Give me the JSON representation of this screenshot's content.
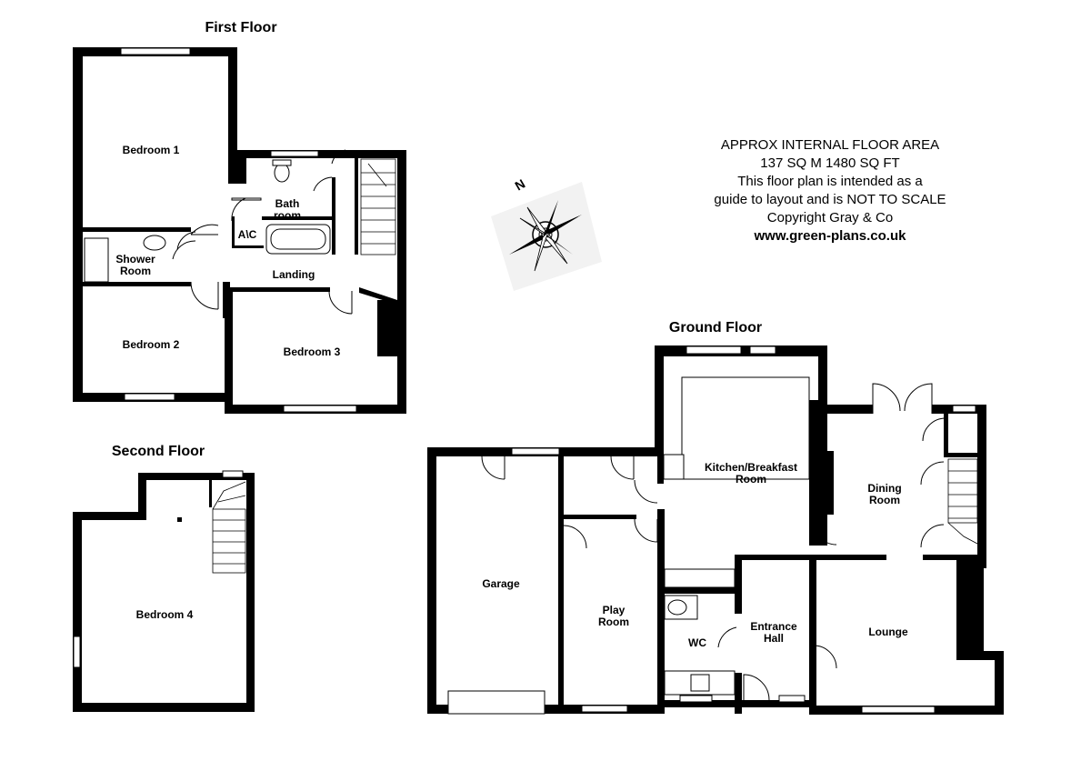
{
  "floors": {
    "first_floor": "First Floor",
    "second_floor": "Second Floor",
    "ground_floor": "Ground Floor"
  },
  "rooms": {
    "bedroom_1": "Bedroom 1",
    "bath_room_line1": "Bath",
    "bath_room_line2": "room",
    "ac": "A\\C",
    "shower_room_line1": "Shower",
    "shower_room_line2": "Room",
    "landing": "Landing",
    "bedroom_2": "Bedroom 2",
    "bedroom_3": "Bedroom 3",
    "bedroom_4": "Bedroom 4",
    "kitchen_line1": "Kitchen/Breakfast",
    "kitchen_line2": "Room",
    "dining_line1": "Dining",
    "dining_line2": "Room",
    "garage": "Garage",
    "play_room_line1": "Play",
    "play_room_line2": "Room",
    "wc": "WC",
    "entrance_hall_line1": "Entrance",
    "entrance_hall_line2": "Hall",
    "lounge": "Lounge"
  },
  "info": {
    "line1": "APPROX INTERNAL FLOOR AREA",
    "line2": "137 SQ M 1480 SQ FT",
    "line3": "This floor plan is intended as a",
    "line4": "guide to layout and is NOT TO SCALE",
    "line5": "Copyright Gray & Co",
    "website": "www.green-plans.co.uk"
  },
  "compass": {
    "north_label": "N"
  },
  "colors": {
    "wall": "#000000",
    "background": "#ffffff"
  }
}
